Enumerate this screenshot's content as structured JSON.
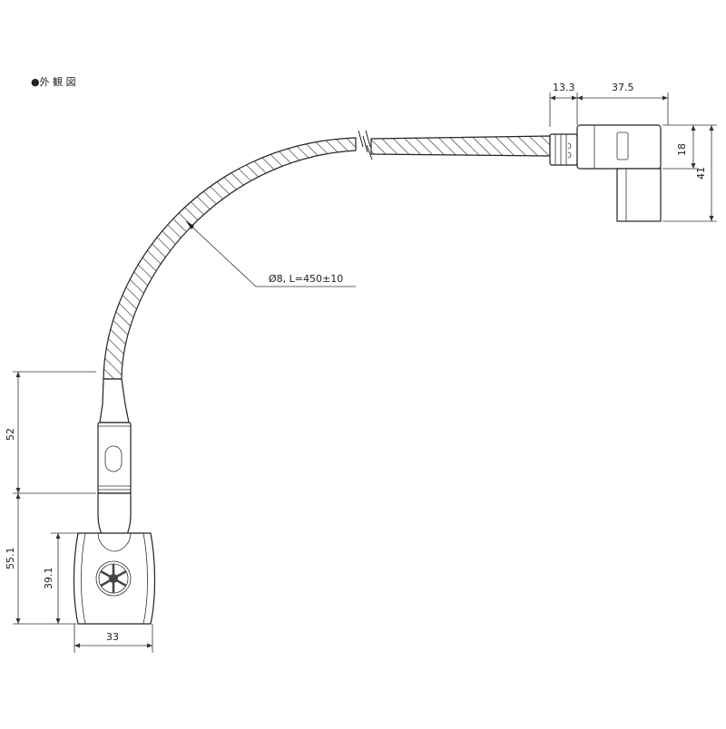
{
  "heading": "●外 観 図",
  "cable_label": "Ø8, L=450±10",
  "dimensions": {
    "connector_offset": "13.3",
    "connector_length": "37.5",
    "connector_height": "18",
    "connector_total_height": "41",
    "neck_length": "52",
    "base_total_height": "55.1",
    "base_body_height": "39.1",
    "base_width": "33"
  },
  "colors": {
    "line": "#222222",
    "hatch": "#333333",
    "background": "#ffffff"
  }
}
